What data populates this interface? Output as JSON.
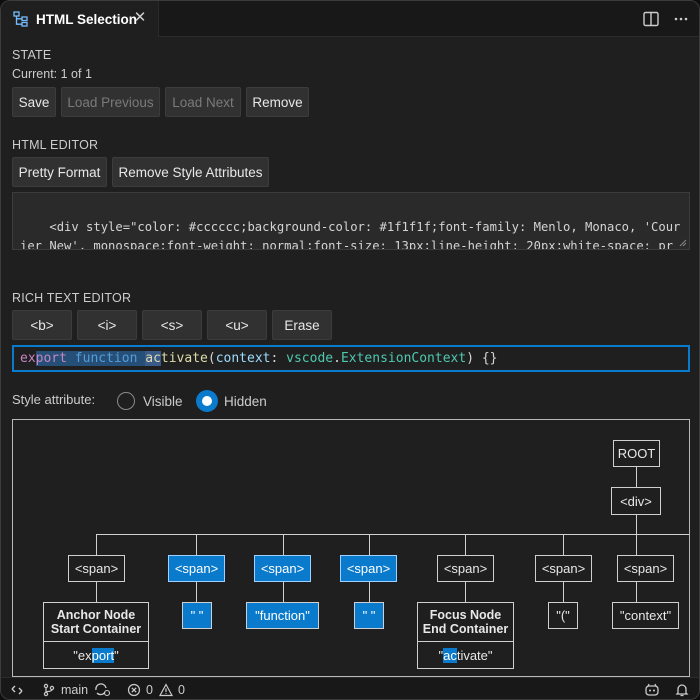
{
  "tab": {
    "title": "HTML Selection",
    "icon": "tree-structure-icon"
  },
  "state": {
    "label": "STATE",
    "current": "Current: 1 of 1",
    "buttons": {
      "save": "Save",
      "load_previous": "Load Previous",
      "load_next": "Load Next",
      "remove": "Remove"
    }
  },
  "html_editor": {
    "label": "HTML EDITOR",
    "buttons": {
      "pretty_format": "Pretty Format",
      "remove_style": "Remove Style Attributes"
    },
    "content": "<div style=\"color: #cccccc;background-color: #1f1f1f;font-family: Menlo, Monaco, 'Courier New', monospace;font-weight: normal;font-size: 13px;line-height: 20px;white-space: pre;\"><span style=\"color: #ce92a4;\">export</span><span"
  },
  "rich_text": {
    "label": "RICH TEXT EDITOR",
    "buttons": {
      "b": "<b>",
      "i": "<i>",
      "s": "<s>",
      "u": "<u>",
      "erase": "Erase"
    },
    "code": {
      "ex": "ex",
      "port": "port",
      "sp1": " ",
      "function": "function",
      "sp2": " ",
      "ac": "ac",
      "tivate": "tivate",
      "paren_open": "(",
      "context": "context",
      "colon": ": ",
      "vscode": "vscode",
      "dot": ".",
      "ext_ctx": "ExtensionContext",
      "tail": ") {}"
    }
  },
  "style_attribute": {
    "label": "Style attribute:",
    "visible": "Visible",
    "hidden": "Hidden",
    "selected": "Hidden"
  },
  "tree": {
    "root": "ROOT",
    "div": "<div>",
    "spans": [
      "<span>",
      "<span>",
      "<span>",
      "<span>",
      "<span>",
      "<span>",
      "<span>"
    ],
    "anchor": {
      "title1": "Anchor Node",
      "title2": "Start Container",
      "q1": "\"ex",
      "mark": "port",
      "q2": "\""
    },
    "focus": {
      "title1": "Focus Node",
      "title2": "End Container",
      "q1": "\"",
      "mark": "ac",
      "q2": "tivate\""
    },
    "leaves": [
      "\" \"",
      "\"function\"",
      "\" \"",
      "\"(\"",
      "\"context\""
    ]
  },
  "statusbar": {
    "branch": "main",
    "errors": "0",
    "warnings": "0"
  },
  "colors": {
    "accent": "#0a7acc",
    "bg": "#1f1f1f",
    "keyword": "#c586c0",
    "function": "#dcdcaa",
    "type": "#4ec9b0"
  }
}
